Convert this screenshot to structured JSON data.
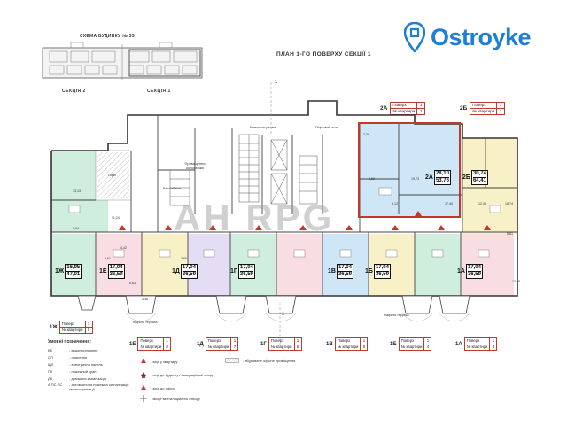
{
  "logo": {
    "text": "Ostroyke",
    "brand_color": "#1e7fd6"
  },
  "scheme": {
    "title": "СХЕМА БУДИНКУ № 33",
    "sections": [
      "СЕКЦІЯ  2",
      "СЕКЦІЯ  1"
    ]
  },
  "plan_title": "ПЛАН 1-ГО ПОВЕРХУ   СЕКЦІЇ  1",
  "section_mark": "1",
  "top_tags": [
    {
      "code": "2А",
      "rows": [
        [
          "Поверх",
          "1"
        ],
        [
          "№ квартири",
          "1"
        ]
      ]
    },
    {
      "code": "2Б",
      "rows": [
        [
          "Поверх",
          "1"
        ],
        [
          "№ квартири",
          "2"
        ]
      ]
    }
  ],
  "rooms": {
    "electro": "Електрощитова",
    "lift": "Ліфтовий хол",
    "office": "Офіс",
    "vestibule": "Вестибюль",
    "concierge": "Приміщення консьєржа"
  },
  "apartments": [
    {
      "code": "2А",
      "total": "28,10",
      "area": "53,76"
    },
    {
      "code": "2Б",
      "total": "30,74",
      "area": "64,41"
    },
    {
      "code": "1Ж",
      "total": "16,95",
      "area": "47,01"
    },
    {
      "code": "1Е",
      "total": "17,04",
      "area": "36,59"
    },
    {
      "code": "1Д",
      "total": "17,04",
      "area": "36,59"
    },
    {
      "code": "1Г",
      "total": "17,04",
      "area": "36,59"
    },
    {
      "code": "1В",
      "total": "17,04",
      "area": "36,59"
    },
    {
      "code": "1Б",
      "total": "17,04",
      "area": "36,59"
    },
    {
      "code": "1А",
      "total": "17,04",
      "area": "36,59"
    }
  ],
  "room_areas": [
    "3,38",
    "8,62",
    "19,73",
    "5,12",
    "17,40",
    "13,13",
    "3,54",
    "11,24",
    "12,40",
    "18,74",
    "5,61",
    "4,42",
    "3,61",
    "6,63",
    "3,36",
    "3,65",
    "13,28"
  ],
  "watermark": "АН RPG",
  "terrace_label": "накрита терраса",
  "legend_tags": [
    {
      "code": "1Ж",
      "rows": [
        [
          "Поверх",
          "1"
        ],
        [
          "№ квартири",
          "9"
        ]
      ]
    },
    {
      "code": "1Е",
      "rows": [
        [
          "Поверх",
          "1"
        ],
        [
          "№ квартири",
          "8"
        ]
      ]
    },
    {
      "code": "1Д",
      "rows": [
        [
          "Поверх",
          "1"
        ],
        [
          "№ квартири",
          "7"
        ]
      ]
    },
    {
      "code": "1Г",
      "rows": [
        [
          "Поверх",
          "1"
        ],
        [
          "№ квартири",
          "6"
        ]
      ]
    },
    {
      "code": "1В",
      "rows": [
        [
          "Поверх",
          "1"
        ],
        [
          "№ квартири",
          "5"
        ]
      ]
    },
    {
      "code": "1Б",
      "rows": [
        [
          "Поверх",
          "1"
        ],
        [
          "№ квартири",
          "4"
        ]
      ]
    },
    {
      "code": "1А",
      "rows": [
        [
          "Поверх",
          "1"
        ],
        [
          "№ квартири",
          "3"
        ]
      ]
    }
  ],
  "notes_title": "Умовні позначення:",
  "notes": [
    [
      "ВК",
      "- водопостачання"
    ],
    [
      "ОП",
      "- опалення"
    ],
    [
      "ЩЛ",
      "- електрична панель"
    ],
    [
      "ПК",
      "- пожежний кран"
    ],
    [
      "ДК",
      "- домашня каналізація"
    ],
    [
      "А.ПС.ПС",
      "- автоматична пожежна сигналізація телекомунікації"
    ]
  ],
  "symbols": [
    "- вхід у квартиру",
    "- вхід до будинку / евакуаційний вихід",
    "- вхід до офісу",
    "- місце вентиляційного отвору"
  ],
  "office_zone_note": "- вбудоване офісне приміщення",
  "colors": {
    "green": "#cfeedd",
    "blue": "#cfe6f7",
    "pink": "#f8dde3",
    "yellow": "#f8f1c8",
    "lavender": "#e4ddf3",
    "highlight": "#c0392b"
  }
}
